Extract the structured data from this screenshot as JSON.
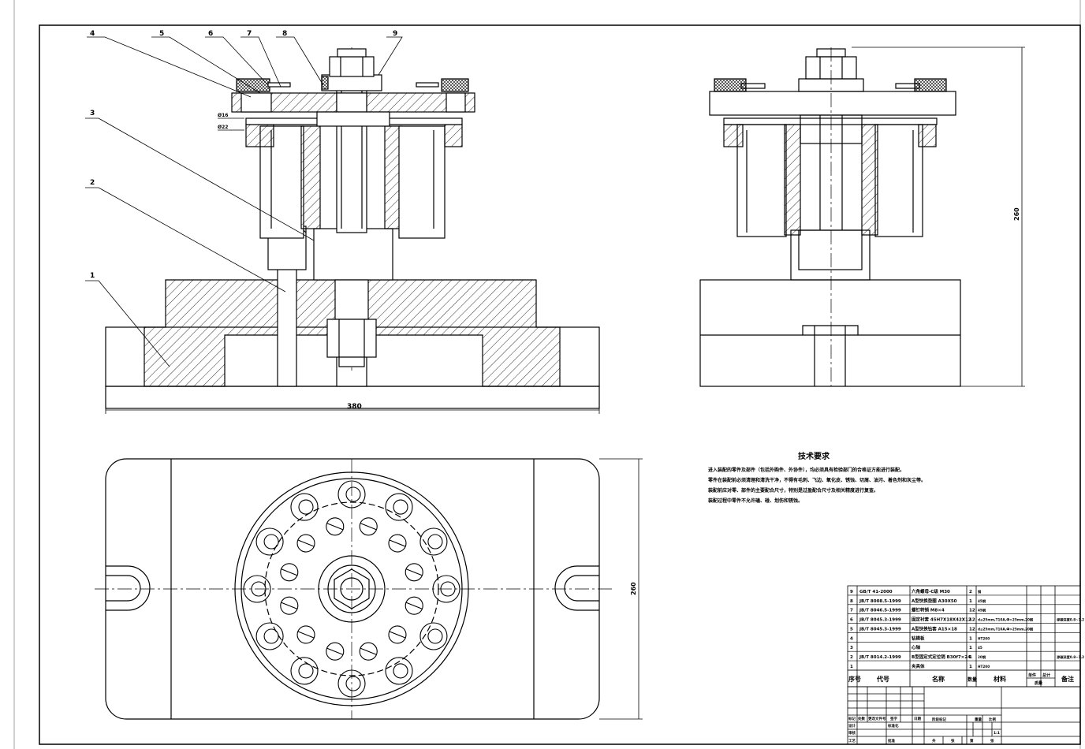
{
  "drawing": {
    "balloons": [
      "1",
      "2",
      "3",
      "4",
      "5",
      "6",
      "7",
      "8",
      "9"
    ],
    "dims": {
      "front_width": "380",
      "side_height": "260",
      "plan_height": "260",
      "small_a": "Ø16",
      "small_b": "Ø22"
    },
    "tech_req": {
      "title": "技术要求",
      "lines": [
        "进入装配的零件及部件（包括外购件、外协件），均必须具有检验部门的合格证方能进行装配。",
        "零件在装配前必须清理和清洗干净，不得有毛刺、飞边、氧化皮、锈蚀、切屑、油污、着色剂和灰尘等。",
        "装配前应对零、部件的主要配合尺寸，特别是过盈配合尺寸及相关精度进行复查。",
        "装配过程中零件不允许磕、碰、划伤和锈蚀。"
      ]
    },
    "bom": {
      "rows": [
        {
          "no": "9",
          "code": "GB/T 41-2000",
          "name": "六角螺母-C级 M30",
          "qty": "2",
          "mat": "钢",
          "note": ""
        },
        {
          "no": "8",
          "code": "JB/T 8008.5-1999",
          "name": "A型快换垫圈 A30X50",
          "qty": "1",
          "mat": "45钢",
          "note": ""
        },
        {
          "no": "7",
          "code": "JB/T 8046.5-1999",
          "name": "螺钉转销 M8×4",
          "qty": "12",
          "mat": "45钢",
          "note": ""
        },
        {
          "no": "6",
          "code": "JB/T 8045.3-1999",
          "name": "固定衬套 45H7X18X42X12",
          "qty": "12",
          "mat": "d≤25mm,T10A,Ф>25mm,20钢",
          "note": "渗碳深度0.8~1.2"
        },
        {
          "no": "5",
          "code": "JB/T 8045.3-1999",
          "name": "A型快换钻套 A15×18",
          "qty": "12",
          "mat": "d≤25mm,T10A,Ф>25mm,20钢",
          "note": ""
        },
        {
          "no": "4",
          "code": "",
          "name": "钻模板",
          "qty": "1",
          "mat": "HT200",
          "note": ""
        },
        {
          "no": "3",
          "code": "",
          "name": "心轴",
          "qty": "1",
          "mat": "45",
          "note": ""
        },
        {
          "no": "2",
          "code": "JB/T 8014.2-1999",
          "name": "B型固定式定位销 B30f7×24",
          "qty": "1",
          "mat": "20钢",
          "note": "渗碳深度0.8~1.2"
        },
        {
          "no": "1",
          "code": "",
          "name": "夹具体",
          "qty": "1",
          "mat": "HT200",
          "note": ""
        }
      ],
      "headers": {
        "no": "序号",
        "code": "代号",
        "name": "名称",
        "qty": "数量",
        "mat": "材料",
        "single": "单件",
        "total": "总计",
        "weight": "质量",
        "note": "备注"
      }
    },
    "title_block": {
      "labels": [
        "标记",
        "处数",
        "更改文件号",
        "签字",
        "日期",
        "设计",
        "标准化",
        "阶段标记",
        "重量",
        "比例",
        "审核",
        "工艺",
        "批准",
        "共",
        "张",
        "第",
        "张"
      ],
      "scale": "1:1"
    }
  }
}
